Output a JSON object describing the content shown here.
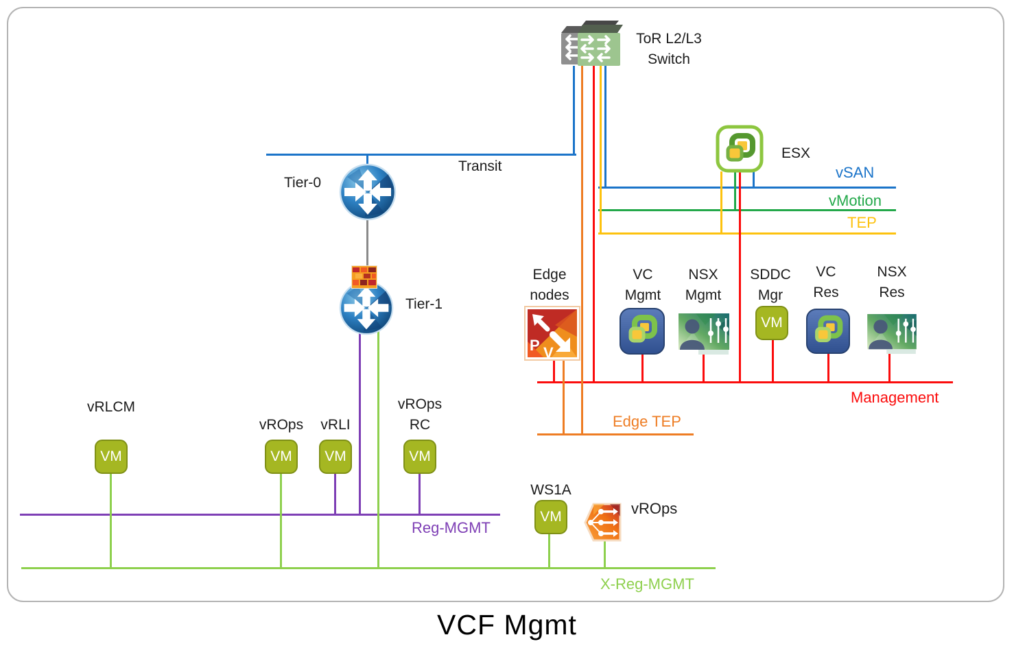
{
  "diagram_title": "VCF Mgmt",
  "colors": {
    "transit_blue": "#1b74c9",
    "vmotion_green": "#23a84a",
    "tep_yellow": "#fdc20e",
    "management_red": "#fb0c0c",
    "edge_tep_orange": "#ee7d24",
    "reg_mgmt_purple": "#7e3fb5",
    "xreg_mgmt_green": "#8ed04e",
    "inter_tier_gray": "#8a8a8a",
    "vm_green": "#a5b722"
  },
  "networks": {
    "transit": {
      "label": "Transit"
    },
    "vsan": {
      "label": "vSAN"
    },
    "vmotion": {
      "label": "vMotion"
    },
    "tep": {
      "label": "TEP"
    },
    "management": {
      "label": "Management"
    },
    "edge_tep": {
      "label": "Edge TEP"
    },
    "reg_mgmt": {
      "label": "Reg-MGMT"
    },
    "xreg_mgmt": {
      "label": "X-Reg-MGMT"
    }
  },
  "nodes": {
    "tor_switch": {
      "label_line1": "ToR L2/L3",
      "label_line2": "Switch"
    },
    "tier0": {
      "label": "Tier-0"
    },
    "tier1": {
      "label": "Tier-1"
    },
    "esx": {
      "label": "ESX"
    },
    "edge_nodes": {
      "label_line1": "Edge",
      "label_line2": "nodes",
      "letter_p": "P",
      "letter_v": "V"
    },
    "vc_mgmt": {
      "label_line1": "VC",
      "label_line2": "Mgmt"
    },
    "nsx_mgmt": {
      "label_line1": "NSX",
      "label_line2": "Mgmt"
    },
    "sddc_mgr": {
      "label_line1": "SDDC",
      "label_line2": "Mgr",
      "vm": "VM"
    },
    "vc_res": {
      "label_line1": "VC",
      "label_line2": "Res"
    },
    "nsx_res": {
      "label_line1": "NSX",
      "label_line2": "Res"
    },
    "vrlcm": {
      "label": "vRLCM",
      "vm": "VM"
    },
    "vrops": {
      "label": "vROps",
      "vm": "VM"
    },
    "vrli": {
      "label": "vRLI",
      "vm": "VM"
    },
    "vrops_rc": {
      "label_line1": "vROps",
      "label_line2": "RC",
      "vm": "VM"
    },
    "ws1a": {
      "label": "WS1A",
      "vm": "VM"
    },
    "vrops_cloud": {
      "label": "vROps"
    }
  }
}
